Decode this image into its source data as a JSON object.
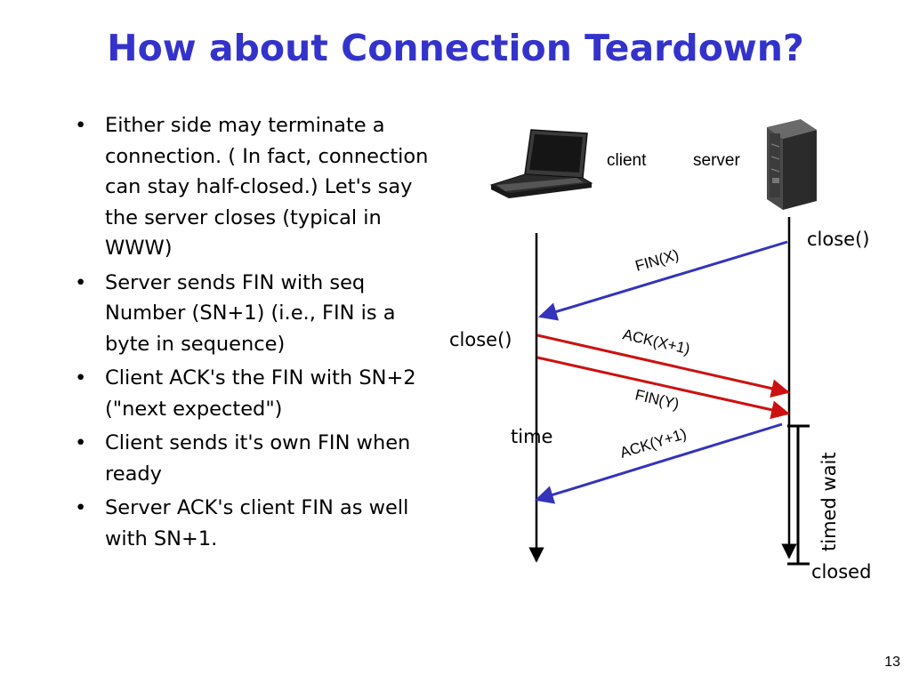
{
  "slide": {
    "title": "How about Connection Teardown?",
    "bullets": [
      "Either side may terminate a connection. ( In fact, connection can stay half-closed.)  Let's say the server closes (typical in WWW)",
      "Server sends FIN with seq Number (SN+1) (i.e., FIN is a byte in sequence)",
      "Client ACK's the FIN with SN+2 (\"next expected\")",
      "Client sends it's own FIN when ready",
      "Server ACK's client FIN as well with SN+1."
    ],
    "bullet_glyph": "•",
    "page_number": "13"
  },
  "diagram": {
    "client_label": "client",
    "server_label": "server",
    "server_close_label": "close()",
    "client_close_label": "close()",
    "time_label": "time",
    "timed_wait_label": "timed wait",
    "closed_label": "closed",
    "messages": [
      {
        "label": "FIN(X)",
        "color": "#3333bb"
      },
      {
        "label": "ACK(X+1)",
        "color": "#cc1111"
      },
      {
        "label": "FIN(Y)",
        "color": "#cc1111"
      },
      {
        "label": "ACK(Y+1)",
        "color": "#3333bb"
      }
    ],
    "icons": [
      "laptop-icon",
      "server-tower-icon"
    ]
  }
}
